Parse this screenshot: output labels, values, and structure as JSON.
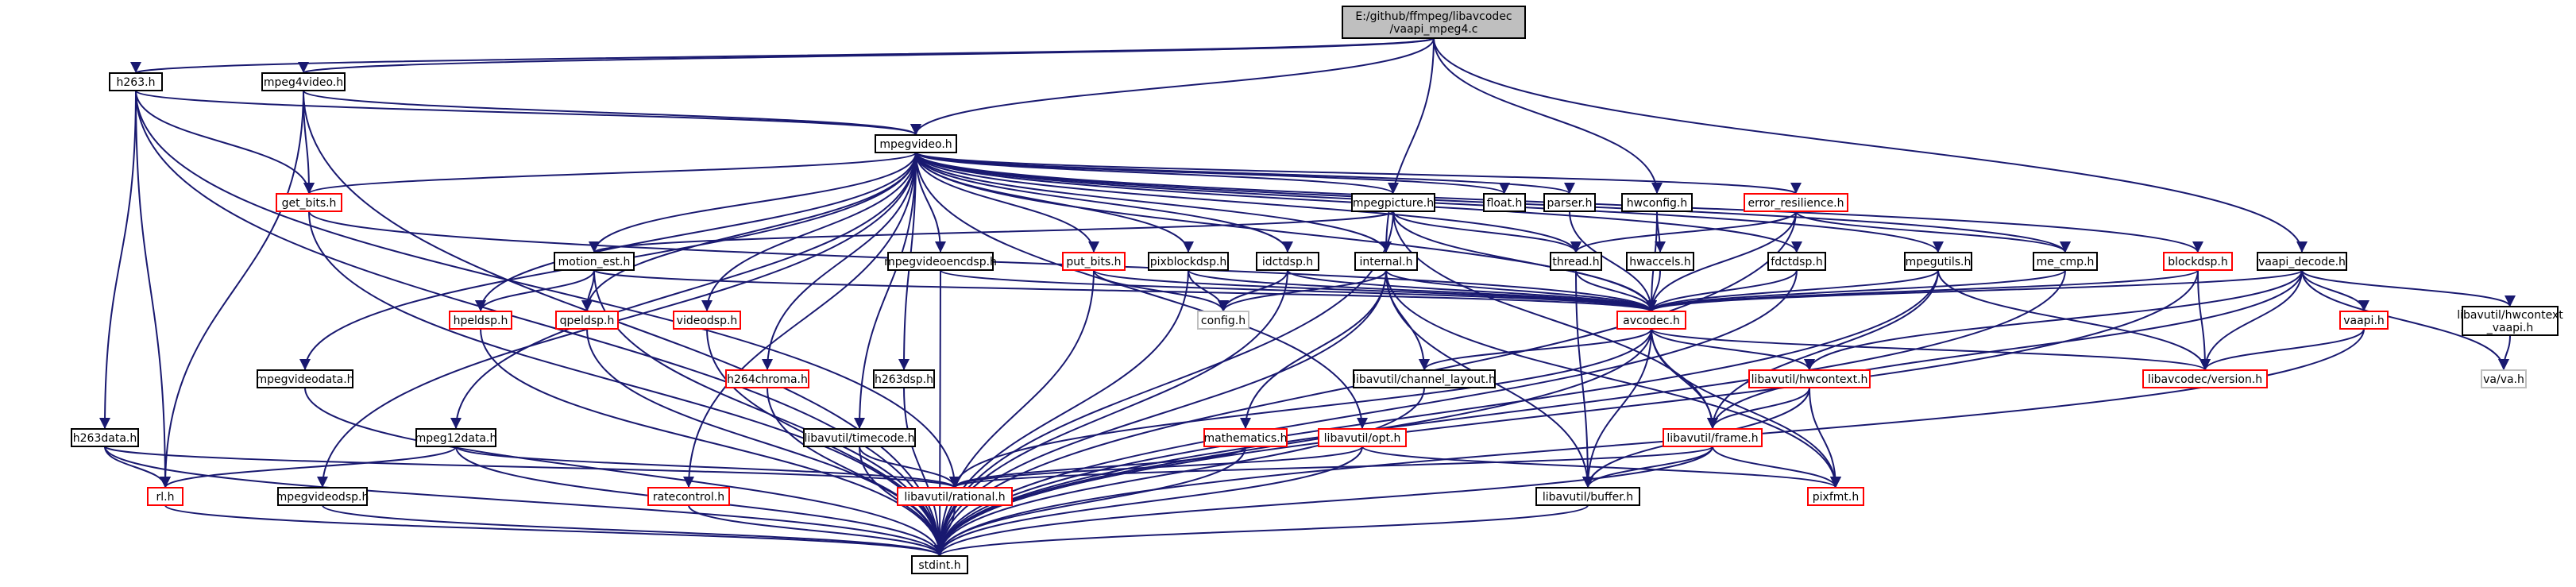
{
  "graph": {
    "title": "E:/github/ffmpeg/libavcodec/vaapi_mpeg4.c",
    "colors": {
      "edge": "#191970",
      "node_border_normal": "#000000",
      "node_border_external": "#ff0000",
      "node_border_missing": "#bfbfbf",
      "node_fill": "#ffffff",
      "root_fill": "#bfbfbf"
    },
    "nodes": [
      {
        "id": "root",
        "lines": [
          "E:/github/ffmpeg/libavcodec",
          "/vaapi_mpeg4.c"
        ],
        "kind": "root"
      },
      {
        "id": "h263_h",
        "lines": [
          "h263.h"
        ],
        "kind": "normal"
      },
      {
        "id": "mpeg4video_h",
        "lines": [
          "mpeg4video.h"
        ],
        "kind": "normal"
      },
      {
        "id": "mpegvideo_h",
        "lines": [
          "mpegvideo.h"
        ],
        "kind": "normal"
      },
      {
        "id": "hwconfig_h",
        "lines": [
          "hwconfig.h"
        ],
        "kind": "normal"
      },
      {
        "id": "vaapi_decode_h",
        "lines": [
          "vaapi_decode.h"
        ],
        "kind": "normal"
      },
      {
        "id": "get_bits_h",
        "lines": [
          "get_bits.h"
        ],
        "kind": "external"
      },
      {
        "id": "float_h",
        "lines": [
          "float.h"
        ],
        "kind": "normal"
      },
      {
        "id": "mpegpicture_h",
        "lines": [
          "mpegpicture.h"
        ],
        "kind": "normal"
      },
      {
        "id": "parser_h",
        "lines": [
          "parser.h"
        ],
        "kind": "normal"
      },
      {
        "id": "error_resilience_h",
        "lines": [
          "error_resilience.h"
        ],
        "kind": "external"
      },
      {
        "id": "motion_est_h",
        "lines": [
          "motion_est.h"
        ],
        "kind": "normal"
      },
      {
        "id": "mpegvideoencdsp_h",
        "lines": [
          "mpegvideoencdsp.h"
        ],
        "kind": "normal"
      },
      {
        "id": "put_bits_h",
        "lines": [
          "put_bits.h"
        ],
        "kind": "external"
      },
      {
        "id": "pixblockdsp_h",
        "lines": [
          "pixblockdsp.h"
        ],
        "kind": "normal"
      },
      {
        "id": "idctdsp_h",
        "lines": [
          "idctdsp.h"
        ],
        "kind": "normal"
      },
      {
        "id": "internal_h",
        "lines": [
          "internal.h"
        ],
        "kind": "normal"
      },
      {
        "id": "thread_h",
        "lines": [
          "thread.h"
        ],
        "kind": "normal"
      },
      {
        "id": "hwaccels_h",
        "lines": [
          "hwaccels.h"
        ],
        "kind": "normal"
      },
      {
        "id": "fdctdsp_h",
        "lines": [
          "fdctdsp.h"
        ],
        "kind": "normal"
      },
      {
        "id": "mpegutils_h",
        "lines": [
          "mpegutils.h"
        ],
        "kind": "normal"
      },
      {
        "id": "me_cmp_h",
        "lines": [
          "me_cmp.h"
        ],
        "kind": "normal"
      },
      {
        "id": "blockdsp_h",
        "lines": [
          "blockdsp.h"
        ],
        "kind": "external"
      },
      {
        "id": "hpeldsp_h",
        "lines": [
          "hpeldsp.h"
        ],
        "kind": "external"
      },
      {
        "id": "qpeldsp_h",
        "lines": [
          "qpeldsp.h"
        ],
        "kind": "external"
      },
      {
        "id": "videodsp_h",
        "lines": [
          "videodsp.h"
        ],
        "kind": "external"
      },
      {
        "id": "config_h",
        "lines": [
          "config.h"
        ],
        "kind": "missing"
      },
      {
        "id": "avcodec_h",
        "lines": [
          "avcodec.h"
        ],
        "kind": "external"
      },
      {
        "id": "vaapi_h",
        "lines": [
          "vaapi.h"
        ],
        "kind": "external"
      },
      {
        "id": "hwcontext_vaapi_h",
        "lines": [
          "libavutil/hwcontext",
          "_vaapi.h"
        ],
        "kind": "normal"
      },
      {
        "id": "mpegvideodata_h",
        "lines": [
          "mpegvideodata.h"
        ],
        "kind": "normal"
      },
      {
        "id": "h264chroma_h",
        "lines": [
          "h264chroma.h"
        ],
        "kind": "external"
      },
      {
        "id": "h263dsp_h",
        "lines": [
          "h263dsp.h"
        ],
        "kind": "normal"
      },
      {
        "id": "channel_layout_h",
        "lines": [
          "libavutil/channel_layout.h"
        ],
        "kind": "normal"
      },
      {
        "id": "hwcontext_h",
        "lines": [
          "libavutil/hwcontext.h"
        ],
        "kind": "external"
      },
      {
        "id": "version_h",
        "lines": [
          "libavcodec/version.h"
        ],
        "kind": "external"
      },
      {
        "id": "va_h",
        "lines": [
          "va/va.h"
        ],
        "kind": "missing"
      },
      {
        "id": "h263data_h",
        "lines": [
          "h263data.h"
        ],
        "kind": "normal"
      },
      {
        "id": "mpeg12data_h",
        "lines": [
          "mpeg12data.h"
        ],
        "kind": "normal"
      },
      {
        "id": "timecode_h",
        "lines": [
          "libavutil/timecode.h"
        ],
        "kind": "normal"
      },
      {
        "id": "mathematics_h",
        "lines": [
          "mathematics.h"
        ],
        "kind": "external"
      },
      {
        "id": "opt_h",
        "lines": [
          "libavutil/opt.h"
        ],
        "kind": "external"
      },
      {
        "id": "frame_h",
        "lines": [
          "libavutil/frame.h"
        ],
        "kind": "external"
      },
      {
        "id": "rl_h",
        "lines": [
          "rl.h"
        ],
        "kind": "external"
      },
      {
        "id": "mpegvideodsp_h",
        "lines": [
          "mpegvideodsp.h"
        ],
        "kind": "normal"
      },
      {
        "id": "ratecontrol_h",
        "lines": [
          "ratecontrol.h"
        ],
        "kind": "external"
      },
      {
        "id": "rational_h",
        "lines": [
          "libavutil/rational.h"
        ],
        "kind": "external"
      },
      {
        "id": "buffer_h",
        "lines": [
          "libavutil/buffer.h"
        ],
        "kind": "normal"
      },
      {
        "id": "pixfmt_h",
        "lines": [
          "pixfmt.h"
        ],
        "kind": "external"
      },
      {
        "id": "stdint_h",
        "lines": [
          "stdint.h"
        ],
        "kind": "normal"
      }
    ],
    "edges": [
      [
        "root",
        "h263_h"
      ],
      [
        "root",
        "mpeg4video_h"
      ],
      [
        "root",
        "mpegvideo_h"
      ],
      [
        "root",
        "hwconfig_h"
      ],
      [
        "root",
        "vaapi_decode_h"
      ],
      [
        "root",
        "internal_h"
      ],
      [
        "h263_h",
        "mpegvideo_h"
      ],
      [
        "h263_h",
        "get_bits_h"
      ],
      [
        "h263_h",
        "h263data_h"
      ],
      [
        "h263_h",
        "rl_h"
      ],
      [
        "h263_h",
        "rational_h"
      ],
      [
        "h263_h",
        "stdint_h"
      ],
      [
        "mpeg4video_h",
        "mpegvideo_h"
      ],
      [
        "mpeg4video_h",
        "get_bits_h"
      ],
      [
        "mpeg4video_h",
        "rl_h"
      ],
      [
        "mpeg4video_h",
        "stdint_h"
      ],
      [
        "mpegvideo_h",
        "get_bits_h"
      ],
      [
        "mpegvideo_h",
        "float_h"
      ],
      [
        "mpegvideo_h",
        "mpegpicture_h"
      ],
      [
        "mpegvideo_h",
        "parser_h"
      ],
      [
        "mpegvideo_h",
        "error_resilience_h"
      ],
      [
        "mpegvideo_h",
        "motion_est_h"
      ],
      [
        "mpegvideo_h",
        "mpegvideoencdsp_h"
      ],
      [
        "mpegvideo_h",
        "put_bits_h"
      ],
      [
        "mpegvideo_h",
        "pixblockdsp_h"
      ],
      [
        "mpegvideo_h",
        "idctdsp_h"
      ],
      [
        "mpegvideo_h",
        "internal_h"
      ],
      [
        "mpegvideo_h",
        "thread_h"
      ],
      [
        "mpegvideo_h",
        "fdctdsp_h"
      ],
      [
        "mpegvideo_h",
        "mpegutils_h"
      ],
      [
        "mpegvideo_h",
        "me_cmp_h"
      ],
      [
        "mpegvideo_h",
        "blockdsp_h"
      ],
      [
        "mpegvideo_h",
        "hpeldsp_h"
      ],
      [
        "mpegvideo_h",
        "qpeldsp_h"
      ],
      [
        "mpegvideo_h",
        "videodsp_h"
      ],
      [
        "mpegvideo_h",
        "h264chroma_h"
      ],
      [
        "mpegvideo_h",
        "h263dsp_h"
      ],
      [
        "mpegvideo_h",
        "mpegvideodata_h"
      ],
      [
        "mpegvideo_h",
        "mpeg12data_h"
      ],
      [
        "mpegvideo_h",
        "mpegvideodsp_h"
      ],
      [
        "mpegvideo_h",
        "ratecontrol_h"
      ],
      [
        "mpegvideo_h",
        "timecode_h"
      ],
      [
        "mpegvideo_h",
        "avcodec_h"
      ],
      [
        "mpegvideo_h",
        "opt_h"
      ],
      [
        "get_bits_h",
        "avcodec_h"
      ],
      [
        "get_bits_h",
        "stdint_h"
      ],
      [
        "mpegpicture_h",
        "avcodec_h"
      ],
      [
        "mpegpicture_h",
        "thread_h"
      ],
      [
        "mpegpicture_h",
        "motion_est_h"
      ],
      [
        "mpegpicture_h",
        "frame_h"
      ],
      [
        "mpegpicture_h",
        "stdint_h"
      ],
      [
        "parser_h",
        "avcodec_h"
      ],
      [
        "error_resilience_h",
        "avcodec_h"
      ],
      [
        "error_resilience_h",
        "thread_h"
      ],
      [
        "error_resilience_h",
        "me_cmp_h"
      ],
      [
        "error_resilience_h",
        "stdint_h"
      ],
      [
        "motion_est_h",
        "hpeldsp_h"
      ],
      [
        "motion_est_h",
        "qpeldsp_h"
      ],
      [
        "motion_est_h",
        "avcodec_h"
      ],
      [
        "motion_est_h",
        "stdint_h"
      ],
      [
        "mpegvideoencdsp_h",
        "avcodec_h"
      ],
      [
        "mpegvideoencdsp_h",
        "stdint_h"
      ],
      [
        "put_bits_h",
        "config_h"
      ],
      [
        "put_bits_h",
        "avcodec_h"
      ],
      [
        "put_bits_h",
        "stdint_h"
      ],
      [
        "pixblockdsp_h",
        "config_h"
      ],
      [
        "pixblockdsp_h",
        "avcodec_h"
      ],
      [
        "pixblockdsp_h",
        "stdint_h"
      ],
      [
        "idctdsp_h",
        "config_h"
      ],
      [
        "idctdsp_h",
        "avcodec_h"
      ],
      [
        "idctdsp_h",
        "stdint_h"
      ],
      [
        "internal_h",
        "config_h"
      ],
      [
        "internal_h",
        "avcodec_h"
      ],
      [
        "internal_h",
        "channel_layout_h"
      ],
      [
        "internal_h",
        "mathematics_h"
      ],
      [
        "internal_h",
        "buffer_h"
      ],
      [
        "internal_h",
        "pixfmt_h"
      ],
      [
        "internal_h",
        "stdint_h"
      ],
      [
        "thread_h",
        "avcodec_h"
      ],
      [
        "thread_h",
        "buffer_h"
      ],
      [
        "hwconfig_h",
        "hwaccels_h"
      ],
      [
        "hwconfig_h",
        "avcodec_h"
      ],
      [
        "hwaccels_h",
        "avcodec_h"
      ],
      [
        "fdctdsp_h",
        "avcodec_h"
      ],
      [
        "fdctdsp_h",
        "stdint_h"
      ],
      [
        "mpegutils_h",
        "avcodec_h"
      ],
      [
        "mpegutils_h",
        "frame_h"
      ],
      [
        "mpegutils_h",
        "version_h"
      ],
      [
        "mpegutils_h",
        "stdint_h"
      ],
      [
        "me_cmp_h",
        "avcodec_h"
      ],
      [
        "me_cmp_h",
        "stdint_h"
      ],
      [
        "blockdsp_h",
        "avcodec_h"
      ],
      [
        "blockdsp_h",
        "version_h"
      ],
      [
        "blockdsp_h",
        "stdint_h"
      ],
      [
        "vaapi_decode_h",
        "avcodec_h"
      ],
      [
        "vaapi_decode_h",
        "vaapi_h"
      ],
      [
        "vaapi_decode_h",
        "hwcontext_vaapi_h"
      ],
      [
        "vaapi_decode_h",
        "va_h"
      ],
      [
        "vaapi_decode_h",
        "version_h"
      ],
      [
        "vaapi_decode_h",
        "frame_h"
      ],
      [
        "vaapi_decode_h",
        "hwcontext_h"
      ],
      [
        "vaapi_h",
        "version_h"
      ],
      [
        "vaapi_h",
        "stdint_h"
      ],
      [
        "hwcontext_vaapi_h",
        "va_h"
      ],
      [
        "hpeldsp_h",
        "stdint_h"
      ],
      [
        "qpeldsp_h",
        "stdint_h"
      ],
      [
        "videodsp_h",
        "stdint_h"
      ],
      [
        "h264chroma_h",
        "stdint_h"
      ],
      [
        "h263dsp_h",
        "stdint_h"
      ],
      [
        "mpegvideodata_h",
        "stdint_h"
      ],
      [
        "mpegvideodsp_h",
        "stdint_h"
      ],
      [
        "ratecontrol_h",
        "stdint_h"
      ],
      [
        "avcodec_h",
        "channel_layout_h"
      ],
      [
        "avcodec_h",
        "hwcontext_h"
      ],
      [
        "avcodec_h",
        "frame_h"
      ],
      [
        "avcodec_h",
        "buffer_h"
      ],
      [
        "avcodec_h",
        "pixfmt_h"
      ],
      [
        "avcodec_h",
        "rational_h"
      ],
      [
        "avcodec_h",
        "version_h"
      ],
      [
        "avcodec_h",
        "stdint_h"
      ],
      [
        "channel_layout_h",
        "stdint_h"
      ],
      [
        "hwcontext_h",
        "frame_h"
      ],
      [
        "hwcontext_h",
        "buffer_h"
      ],
      [
        "hwcontext_h",
        "pixfmt_h"
      ],
      [
        "h263data_h",
        "rl_h"
      ],
      [
        "h263data_h",
        "rational_h"
      ],
      [
        "h263data_h",
        "stdint_h"
      ],
      [
        "mpeg12data_h",
        "rl_h"
      ],
      [
        "mpeg12data_h",
        "rational_h"
      ],
      [
        "mpeg12data_h",
        "stdint_h"
      ],
      [
        "timecode_h",
        "rational_h"
      ],
      [
        "timecode_h",
        "stdint_h"
      ],
      [
        "mathematics_h",
        "rational_h"
      ],
      [
        "mathematics_h",
        "stdint_h"
      ],
      [
        "opt_h",
        "rational_h"
      ],
      [
        "opt_h",
        "pixfmt_h"
      ],
      [
        "opt_h",
        "stdint_h"
      ],
      [
        "frame_h",
        "rational_h"
      ],
      [
        "frame_h",
        "buffer_h"
      ],
      [
        "frame_h",
        "pixfmt_h"
      ],
      [
        "frame_h",
        "stdint_h"
      ],
      [
        "rl_h",
        "stdint_h"
      ],
      [
        "rational_h",
        "stdint_h"
      ],
      [
        "buffer_h",
        "stdint_h"
      ]
    ]
  }
}
